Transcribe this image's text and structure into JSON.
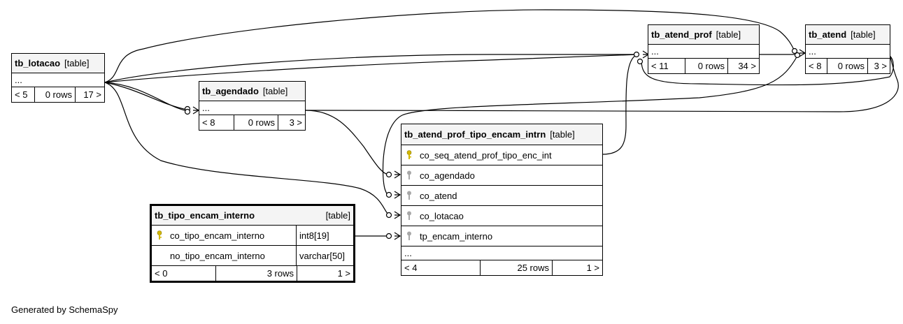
{
  "tables": {
    "tb_lotacao": {
      "name": "tb_lotacao",
      "type": "[table]",
      "ellipsis": "...",
      "parents": "< 5",
      "rows": "0 rows",
      "children": "17 >"
    },
    "tb_agendado": {
      "name": "tb_agendado",
      "type": "[table]",
      "ellipsis": "...",
      "parents": "< 8",
      "rows": "0 rows",
      "children": "3 >"
    },
    "tb_atend_prof": {
      "name": "tb_atend_prof",
      "type": "[table]",
      "ellipsis": "...",
      "parents": "< 11",
      "rows": "0 rows",
      "children": "34 >"
    },
    "tb_atend": {
      "name": "tb_atend",
      "type": "[table]",
      "ellipsis": "...",
      "parents": "< 8",
      "rows": "0 rows",
      "children": "3 >"
    },
    "tb_atend_prof_tipo_encam_intrn": {
      "name": "tb_atend_prof_tipo_encam_intrn",
      "type": "[table]",
      "columns": [
        {
          "name": "co_seq_atend_prof_tipo_enc_int",
          "key": "primary"
        },
        {
          "name": "co_agendado",
          "key": "foreign"
        },
        {
          "name": "co_atend",
          "key": "foreign"
        },
        {
          "name": "co_lotacao",
          "key": "foreign"
        },
        {
          "name": "tp_encam_interno",
          "key": "foreign"
        }
      ],
      "ellipsis": "...",
      "parents": "< 4",
      "rows": "25 rows",
      "children": "1 >"
    },
    "tb_tipo_encam_interno": {
      "name": "tb_tipo_encam_interno",
      "type": "[table]",
      "columns": [
        {
          "name": "co_tipo_encam_interno",
          "datatype": "int8[19]",
          "key": "primary"
        },
        {
          "name": "no_tipo_encam_interno",
          "datatype": "varchar[50]",
          "key": "none"
        }
      ],
      "parents": "< 0",
      "rows": "3 rows",
      "children": "1 >"
    }
  },
  "footer": {
    "generated": "Generated by SchemaSpy"
  },
  "colors": {
    "primary_key": "#d4b800",
    "foreign_key": "#a8a8a8",
    "header_bg": "#f4f4f4",
    "line": "#000000"
  }
}
